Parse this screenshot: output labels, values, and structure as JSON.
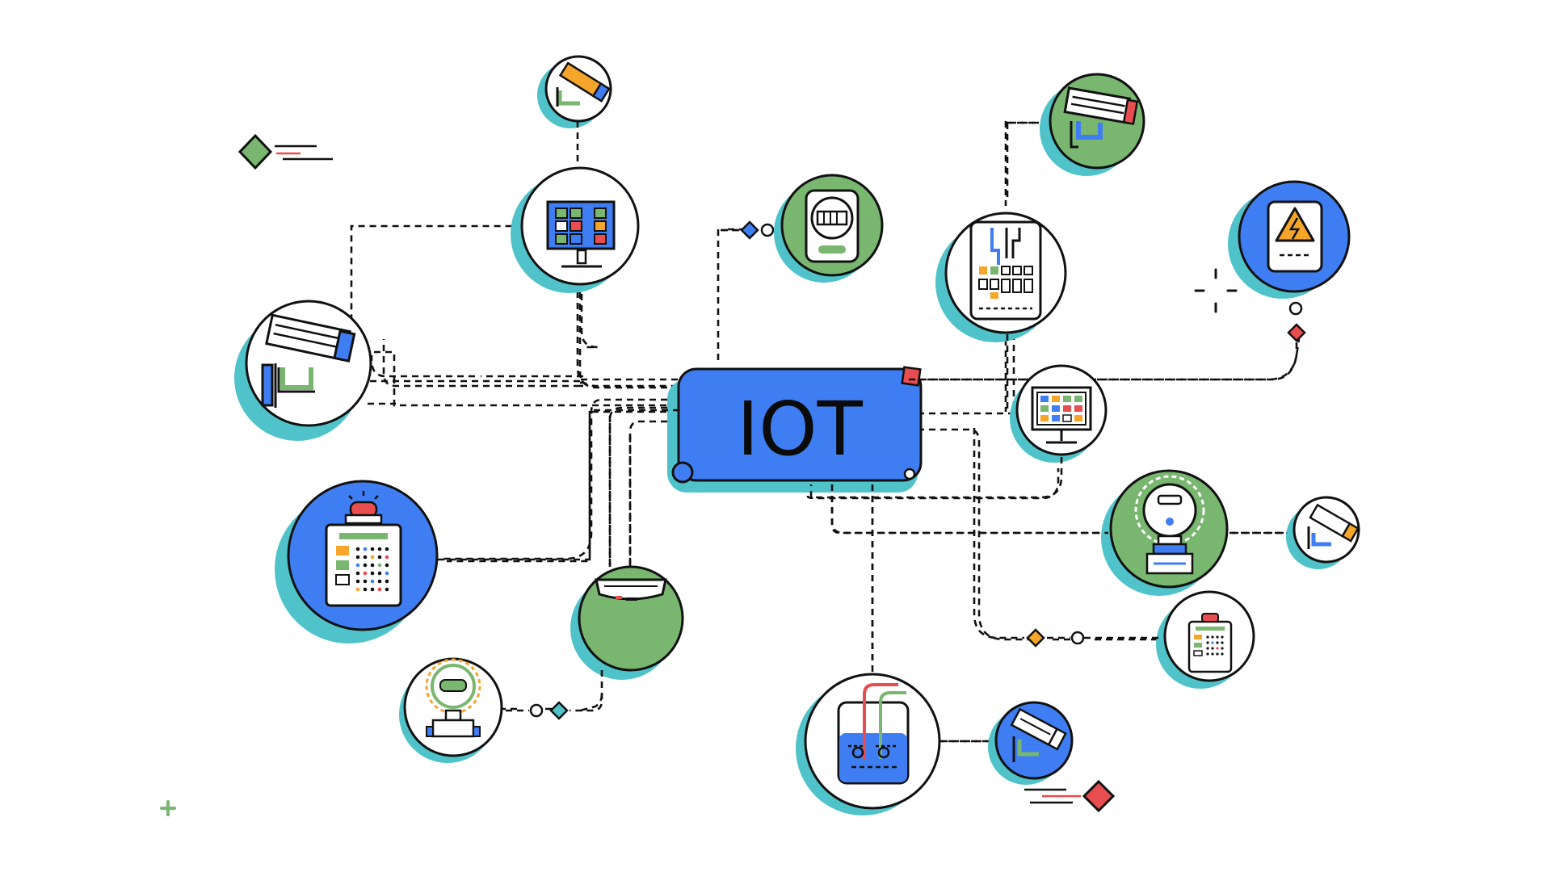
{
  "hub": {
    "label": "IOT"
  },
  "colors": {
    "background": "#ffffff",
    "blue": "#3f7ef2",
    "green": "#79b66f",
    "teal": "#4fc3c9",
    "orange": "#f4a52a",
    "red": "#e84d4f",
    "outline": "#111111"
  },
  "nodes": [
    {
      "name": "cctv-camera-large",
      "icon": "cctv-camera-icon",
      "fill": "white"
    },
    {
      "name": "cctv-camera-top",
      "icon": "cctv-camera-icon",
      "fill": "white"
    },
    {
      "name": "monitor-panel",
      "icon": "monitor-icon",
      "fill": "white"
    },
    {
      "name": "electric-meter",
      "icon": "meter-icon",
      "fill": "green"
    },
    {
      "name": "cctv-camera-top-right",
      "icon": "cctv-camera-icon",
      "fill": "green"
    },
    {
      "name": "control-cabinet",
      "icon": "control-panel-icon",
      "fill": "white"
    },
    {
      "name": "high-voltage-sign",
      "icon": "high-voltage-icon",
      "fill": "blue"
    },
    {
      "name": "monitor-small",
      "icon": "monitor-icon",
      "fill": "white"
    },
    {
      "name": "flow-meter-right",
      "icon": "flow-meter-icon",
      "fill": "green"
    },
    {
      "name": "cctv-camera-right",
      "icon": "cctv-camera-icon",
      "fill": "white"
    },
    {
      "name": "fire-alarm-panel-small",
      "icon": "alarm-panel-icon",
      "fill": "white"
    },
    {
      "name": "fire-alarm-panel-large",
      "icon": "alarm-panel-icon",
      "fill": "blue"
    },
    {
      "name": "smoke-detector",
      "icon": "smoke-detector-icon",
      "fill": "green"
    },
    {
      "name": "flow-meter-left",
      "icon": "flow-meter-icon",
      "fill": "white"
    },
    {
      "name": "water-tank",
      "icon": "tank-icon",
      "fill": "white"
    },
    {
      "name": "cctv-camera-bottom",
      "icon": "cctv-camera-icon",
      "fill": "blue"
    }
  ]
}
